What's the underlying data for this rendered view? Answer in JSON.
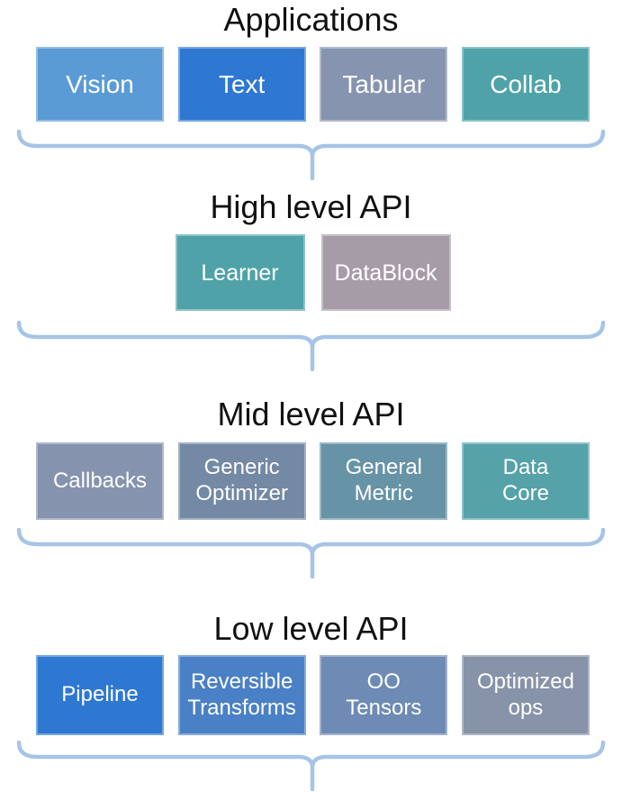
{
  "diagram": {
    "sections": [
      {
        "title": "Applications",
        "boxes": [
          {
            "label": "Vision",
            "color": "#5B9BD5"
          },
          {
            "label": "Text",
            "color": "#2E78D2"
          },
          {
            "label": "Tabular",
            "color": "#8794AF"
          },
          {
            "label": "Collab",
            "color": "#4FA3A8"
          }
        ]
      },
      {
        "title": "High level API",
        "boxes": [
          {
            "label": "Learner",
            "color": "#4FA3A8"
          },
          {
            "label": "DataBlock",
            "color": "#A69CA8"
          }
        ]
      },
      {
        "title": "Mid level API",
        "boxes": [
          {
            "label": "Callbacks",
            "color": "#8593AE"
          },
          {
            "label": "Generic\nOptimizer",
            "color": "#7389A4"
          },
          {
            "label": "General\nMetric",
            "color": "#6793A6"
          },
          {
            "label": "Data\nCore",
            "color": "#55A2A8"
          }
        ]
      },
      {
        "title": "Low level API",
        "boxes": [
          {
            "label": "Pipeline",
            "color": "#2E78D2"
          },
          {
            "label": "Reversible\nTransforms",
            "color": "#4A80C6"
          },
          {
            "label": "OO\nTensors",
            "color": "#6D8BB4"
          },
          {
            "label": "Optimized\nops",
            "color": "#8693A8"
          }
        ]
      }
    ],
    "colors": {
      "brace": "#A6C4E6",
      "title_text": "#111111",
      "box_text": "#FFFFFF"
    }
  }
}
